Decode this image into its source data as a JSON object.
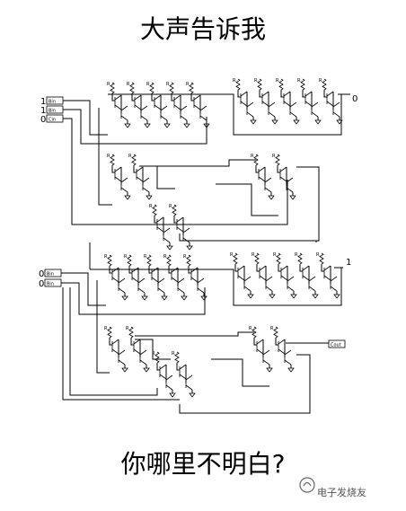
{
  "title_top": "大声告诉我",
  "title_bottom": "你哪里不明白?",
  "inputs_top": [
    {
      "value": "1",
      "label": "Bin"
    },
    {
      "value": "1",
      "label": "Bin"
    },
    {
      "value": "0",
      "label": "Cin"
    }
  ],
  "output_top": "0",
  "inputs_bottom": [
    {
      "value": "0",
      "label": "Bin"
    },
    {
      "value": "0",
      "label": "Bin"
    }
  ],
  "output_bottom": "1",
  "cout_label": "Cout",
  "resistor_label": "R",
  "watermark": "电子发烧友"
}
